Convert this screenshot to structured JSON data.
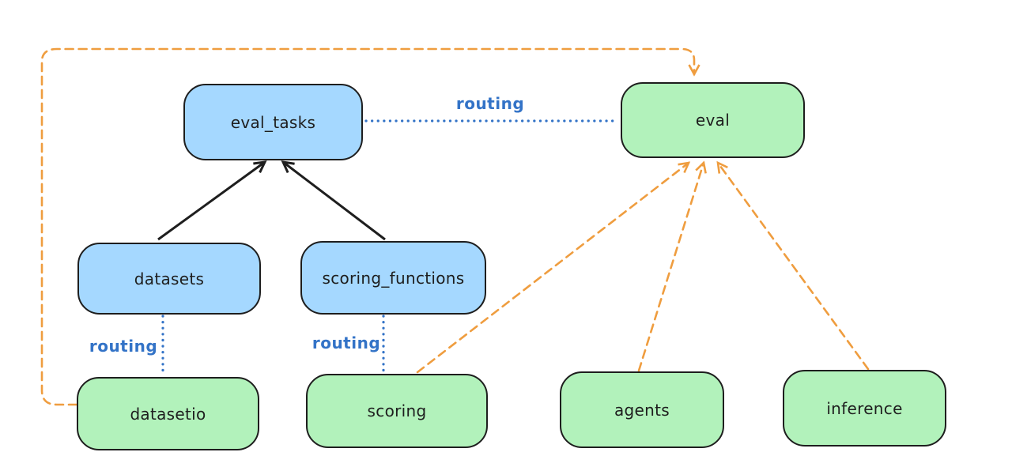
{
  "diagram": {
    "type": "architecture-diagram",
    "background": "#ffffff",
    "nodes": [
      {
        "id": "eval_tasks",
        "label": "eval_tasks",
        "fill": "#a5d8ff"
      },
      {
        "id": "eval",
        "label": "eval",
        "fill": "#b2f2bb"
      },
      {
        "id": "datasets",
        "label": "datasets",
        "fill": "#a5d8ff"
      },
      {
        "id": "scoring_functions",
        "label": "scoring_functions",
        "fill": "#a5d8ff"
      },
      {
        "id": "datasetio",
        "label": "datasetio",
        "fill": "#b2f2bb"
      },
      {
        "id": "scoring",
        "label": "scoring",
        "fill": "#b2f2bb"
      },
      {
        "id": "agents",
        "label": "agents",
        "fill": "#b2f2bb"
      },
      {
        "id": "inference",
        "label": "inference",
        "fill": "#b2f2bb"
      }
    ],
    "edges": [
      {
        "from": "datasets",
        "to": "eval_tasks",
        "style": "solid",
        "arrow": true,
        "color": "#1e1e1e"
      },
      {
        "from": "scoring_functions",
        "to": "eval_tasks",
        "style": "solid",
        "arrow": true,
        "color": "#1e1e1e"
      },
      {
        "from": "eval_tasks",
        "to": "eval",
        "style": "dotted",
        "arrow": false,
        "color": "#3373c7",
        "label": "routing"
      },
      {
        "from": "datasets",
        "to": "datasetio",
        "style": "dotted",
        "arrow": false,
        "color": "#3373c7",
        "label": "routing"
      },
      {
        "from": "scoring_functions",
        "to": "scoring",
        "style": "dotted",
        "arrow": false,
        "color": "#3373c7",
        "label": "routing"
      },
      {
        "from": "datasetio",
        "to": "eval",
        "style": "dashed",
        "arrow": true,
        "color": "#ef9d3f"
      },
      {
        "from": "scoring",
        "to": "eval",
        "style": "dashed",
        "arrow": true,
        "color": "#ef9d3f"
      },
      {
        "from": "agents",
        "to": "eval",
        "style": "dashed",
        "arrow": true,
        "color": "#ef9d3f"
      },
      {
        "from": "inference",
        "to": "eval",
        "style": "dashed",
        "arrow": true,
        "color": "#ef9d3f"
      }
    ],
    "colors": {
      "node_fill_blue": "#a5d8ff",
      "node_fill_green": "#b2f2bb",
      "node_stroke": "#1e1e1e",
      "routing_blue": "#3373c7",
      "dashed_orange": "#ef9d3f"
    }
  }
}
